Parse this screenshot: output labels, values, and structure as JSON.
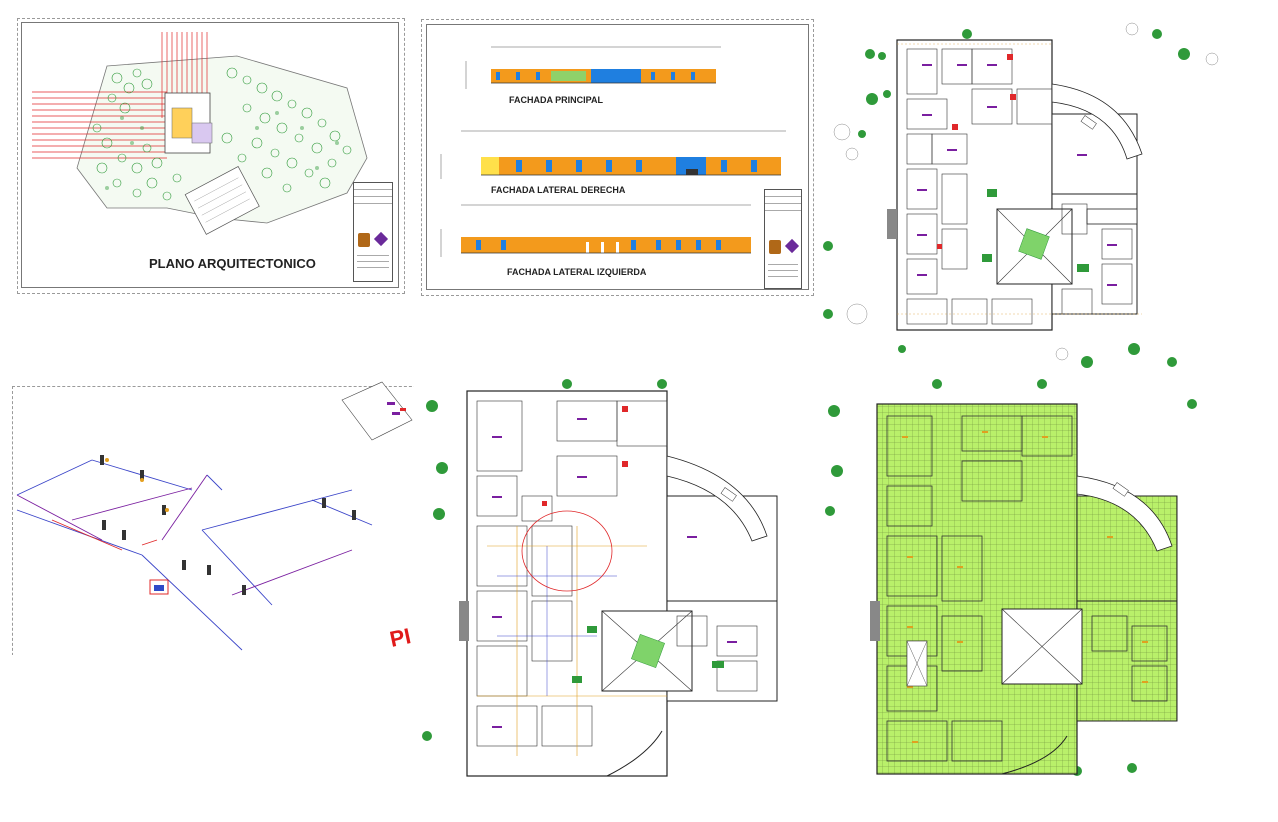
{
  "sheets": {
    "site_plan": {
      "title": "PLANO ARQUITECTONICO"
    },
    "facades": {
      "principal": "FACHADA PRINCIPAL",
      "lateral_derecha": "FACHADA LATERAL DERECHA",
      "lateral_izquierda": "FACHADA LATERAL IZQUIERDA"
    },
    "isometric": {
      "corner_label": "PI"
    }
  },
  "colors": {
    "facade_orange": "#f39a1c",
    "facade_blue": "#1f7fe0",
    "grid_green": "#b9f06a",
    "plan_purple": "#7a1fa0",
    "site_red": "#e0282a",
    "tree_green": "#2f9a3a"
  }
}
